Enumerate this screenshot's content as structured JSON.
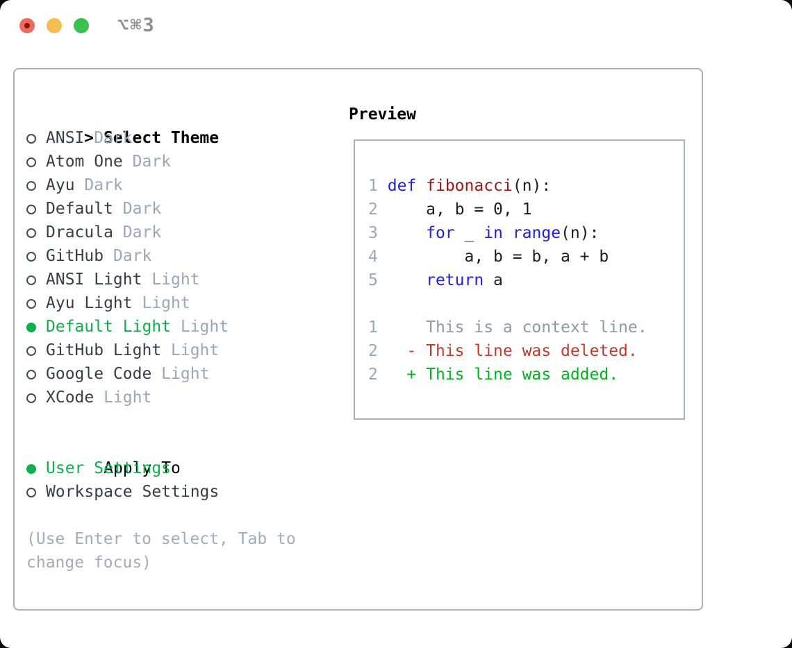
{
  "window": {
    "title": "⌥⌘3"
  },
  "icons": {
    "traffic_close": "red-circle-with-dot",
    "traffic_minimize": "yellow-circle",
    "traffic_zoom": "green-circle",
    "radio_unselected": "○",
    "radio_selected": "●",
    "header_pointer": ">"
  },
  "colors": {
    "accent-green": "#0db04b",
    "diff-green": "#00b41e",
    "diff-red": "#c0392b",
    "keyword-blue": "#2020dd",
    "function-red": "#a31515",
    "muted": "#9aa7b8",
    "hint": "#a3adba",
    "context-gray": "#8f99a3",
    "item-text": "#373e47",
    "border": "#a6b0ba",
    "title-gray": "#8e9094",
    "traffic-red": "#ee6a5f",
    "traffic-red-dot": "#8c1209",
    "traffic-yellow": "#f5be4f",
    "traffic-green": "#39c24e"
  },
  "theme_panel": {
    "pointer": ">",
    "header": "Select Theme",
    "items": [
      {
        "name": "ANSI",
        "variant": "Dark",
        "selected": false
      },
      {
        "name": "Atom One",
        "variant": "Dark",
        "selected": false
      },
      {
        "name": "Ayu",
        "variant": "Dark",
        "selected": false
      },
      {
        "name": "Default",
        "variant": "Dark",
        "selected": false
      },
      {
        "name": "Dracula",
        "variant": "Dark",
        "selected": false
      },
      {
        "name": "GitHub",
        "variant": "Dark",
        "selected": false
      },
      {
        "name": "ANSI Light",
        "variant": "Light",
        "selected": false
      },
      {
        "name": "Ayu Light",
        "variant": "Light",
        "selected": false
      },
      {
        "name": "Default Light",
        "variant": "Light",
        "selected": true
      },
      {
        "name": "GitHub Light",
        "variant": "Light",
        "selected": false
      },
      {
        "name": "Google Code",
        "variant": "Light",
        "selected": false
      },
      {
        "name": "XCode",
        "variant": "Light",
        "selected": false
      }
    ]
  },
  "apply_panel": {
    "header": "Apply To",
    "options": [
      {
        "label": "User Settings",
        "selected": true
      },
      {
        "label": "Workspace Settings",
        "selected": false
      }
    ]
  },
  "hint": {
    "line1": "(Use Enter to select, Tab to",
    "line2": "change focus)"
  },
  "preview": {
    "header": "Preview",
    "code_lines": [
      {
        "number": "1",
        "segments": [
          {
            "t": "def",
            "c": "kw"
          },
          {
            "t": " ",
            "c": "pl"
          },
          {
            "t": "fibonacci",
            "c": "fn"
          },
          {
            "t": "(n):",
            "c": "pl"
          }
        ]
      },
      {
        "number": "2",
        "segments": [
          {
            "t": "    a, b = 0, 1",
            "c": "pl"
          }
        ]
      },
      {
        "number": "3",
        "segments": [
          {
            "t": "    ",
            "c": "pl"
          },
          {
            "t": "for",
            "c": "kw"
          },
          {
            "t": " _ ",
            "c": "pl"
          },
          {
            "t": "in",
            "c": "kw"
          },
          {
            "t": " ",
            "c": "pl"
          },
          {
            "t": "range",
            "c": "kw"
          },
          {
            "t": "(n):",
            "c": "pl"
          }
        ]
      },
      {
        "number": "4",
        "segments": [
          {
            "t": "        a, b = b, a + b",
            "c": "pl"
          }
        ]
      },
      {
        "number": "5",
        "segments": [
          {
            "t": "    ",
            "c": "pl"
          },
          {
            "t": "return",
            "c": "kw"
          },
          {
            "t": " a",
            "c": "pl"
          }
        ]
      }
    ],
    "diff_lines": [
      {
        "number": "1",
        "type": "context",
        "text": "    This is a context line."
      },
      {
        "number": "2",
        "type": "deleted",
        "text": "  - This line was deleted."
      },
      {
        "number": "2",
        "type": "added",
        "text": "  + This line was added."
      }
    ]
  }
}
